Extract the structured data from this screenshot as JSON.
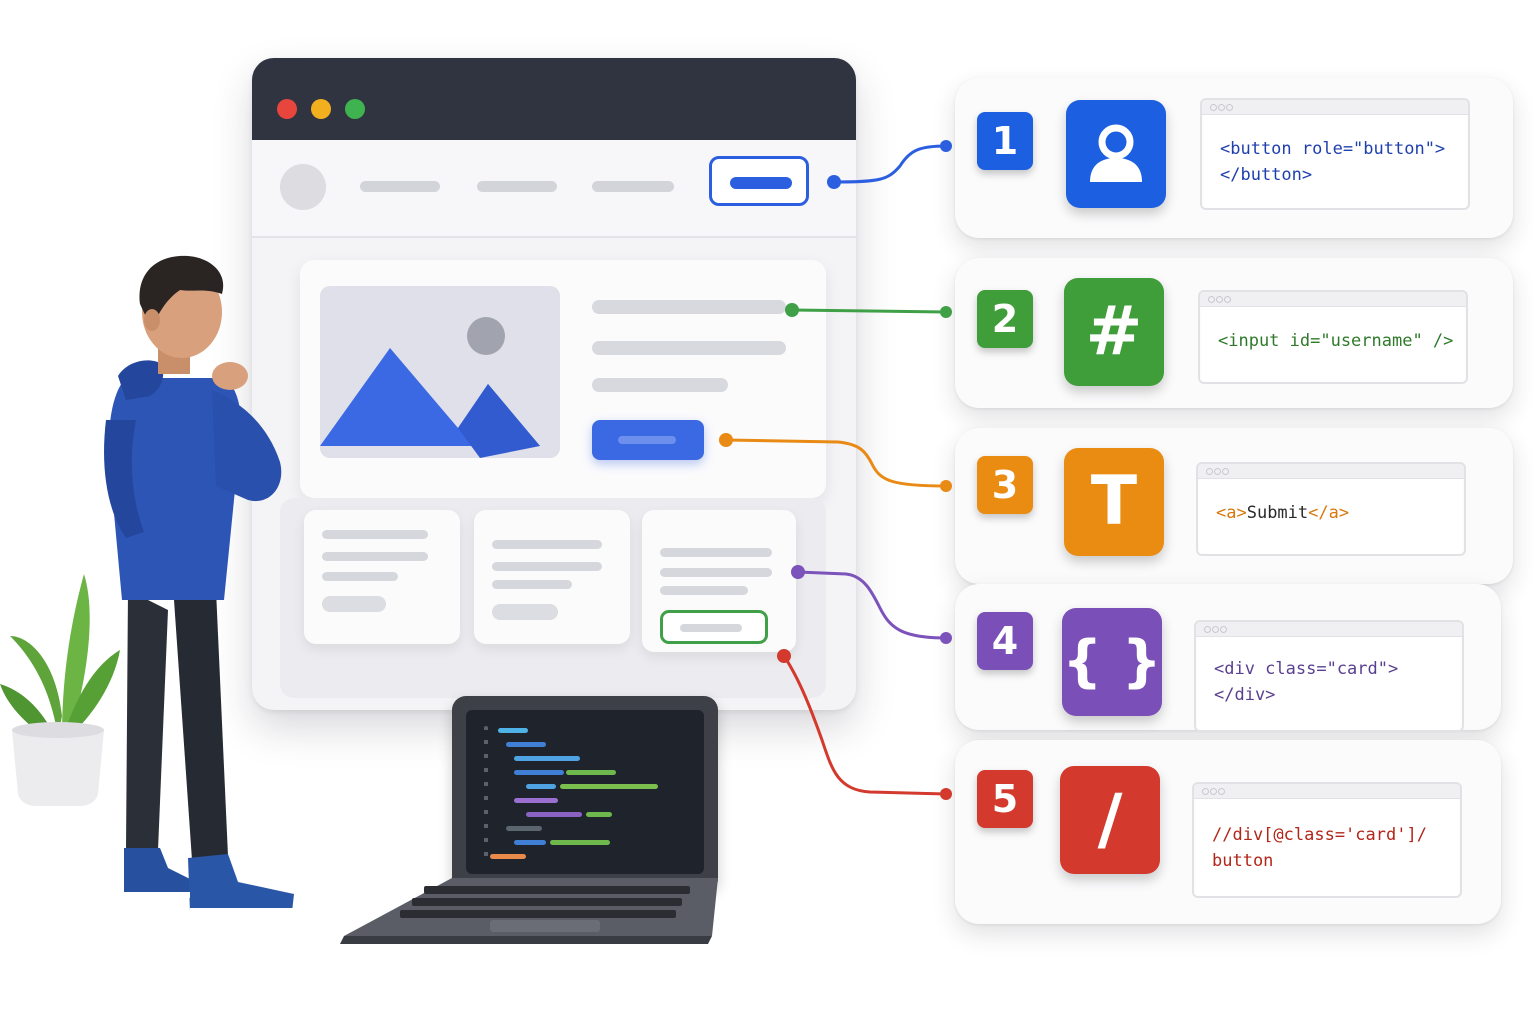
{
  "browser": {
    "window_controls": [
      {
        "name": "close",
        "color": "#e8463c"
      },
      {
        "name": "minimize",
        "color": "#f2b01f"
      },
      {
        "name": "maximize",
        "color": "#3fb34f"
      }
    ]
  },
  "locators": [
    {
      "number": "1",
      "icon": "user-icon",
      "glyph": "",
      "color": "#1d5fe1",
      "code": "<button role=\"button\">\n</button>",
      "code_color": "#1f3fae"
    },
    {
      "number": "2",
      "icon": "hash-icon",
      "glyph": "#",
      "color": "#3f9d3a",
      "code": "<input id=\"username\" />",
      "code_color": "#2f7a2a"
    },
    {
      "number": "3",
      "icon": "text-icon",
      "glyph": "T",
      "color": "#ea8c12",
      "code_parts": [
        "<a>",
        "Submit",
        "</a>"
      ],
      "code_color": "#d9770c"
    },
    {
      "number": "4",
      "icon": "braces-icon",
      "glyph": "{ }",
      "color": "#7a4fb8",
      "code": "<div class=\"card\">\n</div>",
      "code_color": "#5a3f90"
    },
    {
      "number": "5",
      "icon": "slash-icon",
      "glyph": "/",
      "color": "#d3392c",
      "code": "//div[@class='card']/\nbutton",
      "code_color": "#b32619"
    }
  ],
  "connector_colors": [
    "#2c5fe0",
    "#3fa047",
    "#e88a14",
    "#7c52bb",
    "#d3392c"
  ]
}
